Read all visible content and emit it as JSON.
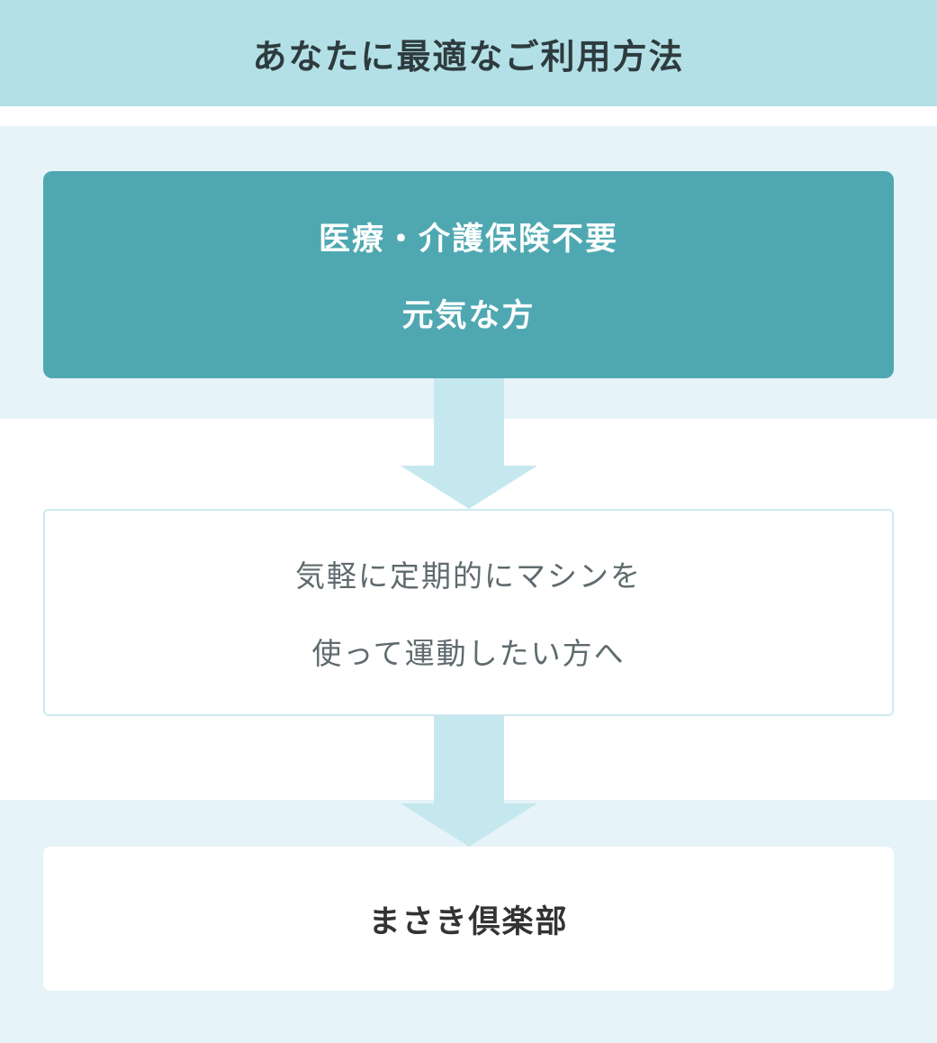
{
  "colors": {
    "header-bg": "#b2e0e6",
    "band-bg": "#e6f3f8",
    "accent": "#4fa8b1",
    "arrow": "#c4e8ee",
    "outline-border": "#cfe9f1",
    "text-dark": "#333333",
    "text-gray": "#5f6b6e"
  },
  "header": {
    "title": "あなたに最適なご利用方法"
  },
  "steps": {
    "eligibility": {
      "line1": "医療・介護保険不要",
      "line2": "元気な方"
    },
    "need": {
      "line1": "気軽に定期的にマシンを",
      "line2": "使って運動したい方へ"
    },
    "result": {
      "label": "まさき倶楽部"
    }
  }
}
